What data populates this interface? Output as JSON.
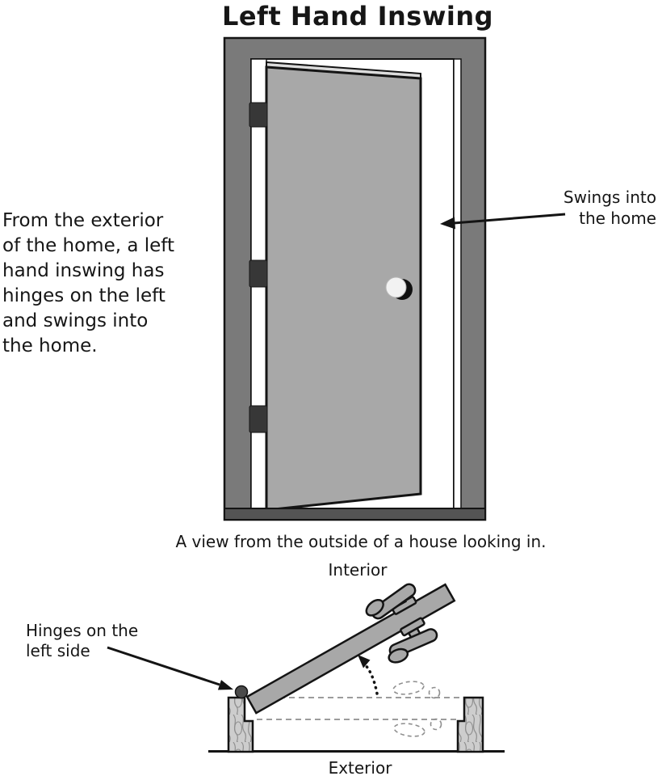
{
  "title": "Left Hand Inswing",
  "description": {
    "lines": [
      "From the exterior",
      "of the home, a left",
      "hand inswing has",
      "hinges on the left",
      "and swings into",
      "the home."
    ]
  },
  "front_view": {
    "caption": "A view from the outside of a house looking in.",
    "swing_label_line1": "Swings into",
    "swing_label_line2": "the home"
  },
  "plan_view": {
    "interior_label": "Interior",
    "exterior_label": "Exterior",
    "hinge_label_line1": "Hinges on the",
    "hinge_label_line2": "left side"
  },
  "colors": {
    "frame": "#7a7a7a",
    "door": "#a8a8a8",
    "door_edge": "#dcdcdc",
    "hinge": "#373737",
    "threshold": "#545454",
    "outline": "#141414",
    "wood_base": "#cdcdcd",
    "wood_grain": "#8f8f8f",
    "dash": "#8f8f8f",
    "knob": "#f2f2f2"
  }
}
